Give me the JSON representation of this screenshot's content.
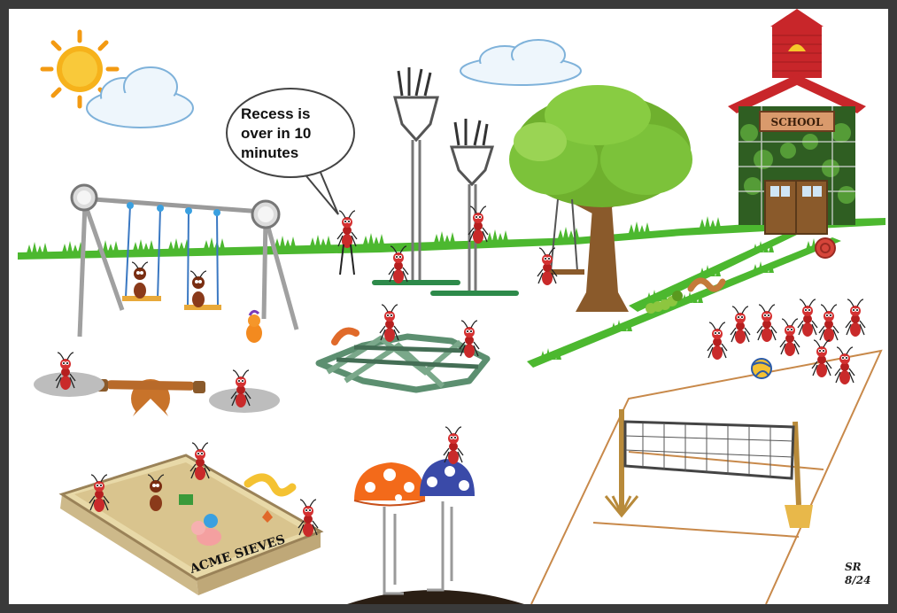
{
  "speech_bubble": {
    "line1": "Recess is",
    "line2": "over in 10",
    "line3": "minutes"
  },
  "school_sign": "SCHOOL",
  "sandbox_label": "ACME SIEVES",
  "signature": {
    "initials": "SR",
    "date": "8/24"
  },
  "colors": {
    "frame": "#3a3a3a",
    "grass": "#4cb82f",
    "ant": "#c92a2a",
    "school_red": "#c8262a",
    "ivy": "#3d7a2b",
    "sand": "#e8d9a8",
    "tree_leaves": "#7cc23a",
    "trunk": "#8a5a2b"
  }
}
